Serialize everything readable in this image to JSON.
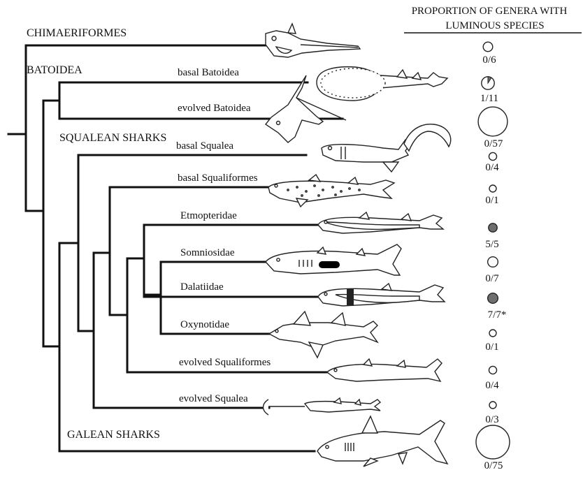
{
  "header": {
    "line1": "PROPORTION OF GENERA WITH",
    "line2": "LUMINOUS SPECIES"
  },
  "group_labels": {
    "chimaeriformes": "CHIMAERIFORMES",
    "batoidea": "BATOIDEA",
    "squalean": "SQUALEAN SHARKS",
    "galean": "GALEAN SHARKS"
  },
  "taxa": [
    {
      "key": "chimaeriformes",
      "label": "",
      "count": "0/6",
      "luminous_fraction": 0
    },
    {
      "key": "basal_batoidea",
      "label": "basal Batoidea",
      "count": "1/11",
      "luminous_fraction": 0.0909
    },
    {
      "key": "evolved_batoidea",
      "label": "evolved Batoidea",
      "count": "0/57",
      "luminous_fraction": 0
    },
    {
      "key": "basal_squalea",
      "label": "basal Squalea",
      "count": "0/4",
      "luminous_fraction": 0
    },
    {
      "key": "basal_squaliformes",
      "label": "basal Squaliformes",
      "count": "0/1",
      "luminous_fraction": 0
    },
    {
      "key": "etmopteridae",
      "label": "Etmopteridae",
      "count": "5/5",
      "luminous_fraction": 1
    },
    {
      "key": "somniosidae",
      "label": "Somniosidae",
      "count": "0/7",
      "luminous_fraction": 0
    },
    {
      "key": "dalatiidae",
      "label": "Dalatiidae",
      "count": "7/7*",
      "luminous_fraction": 1
    },
    {
      "key": "oxynotidae",
      "label": "Oxynotidae",
      "count": "0/1",
      "luminous_fraction": 0
    },
    {
      "key": "evolved_squaliformes",
      "label": "evolved Squaliformes",
      "count": "0/4",
      "luminous_fraction": 0
    },
    {
      "key": "evolved_squalea",
      "label": "evolved Squalea",
      "count": "0/3",
      "luminous_fraction": 0
    },
    {
      "key": "galean",
      "label": "",
      "count": "0/75",
      "luminous_fraction": 0
    }
  ],
  "colors": {
    "luminous_fill": "#6e6e6e",
    "non_luminous_fill": "#ffffff",
    "outline": "#222222"
  }
}
